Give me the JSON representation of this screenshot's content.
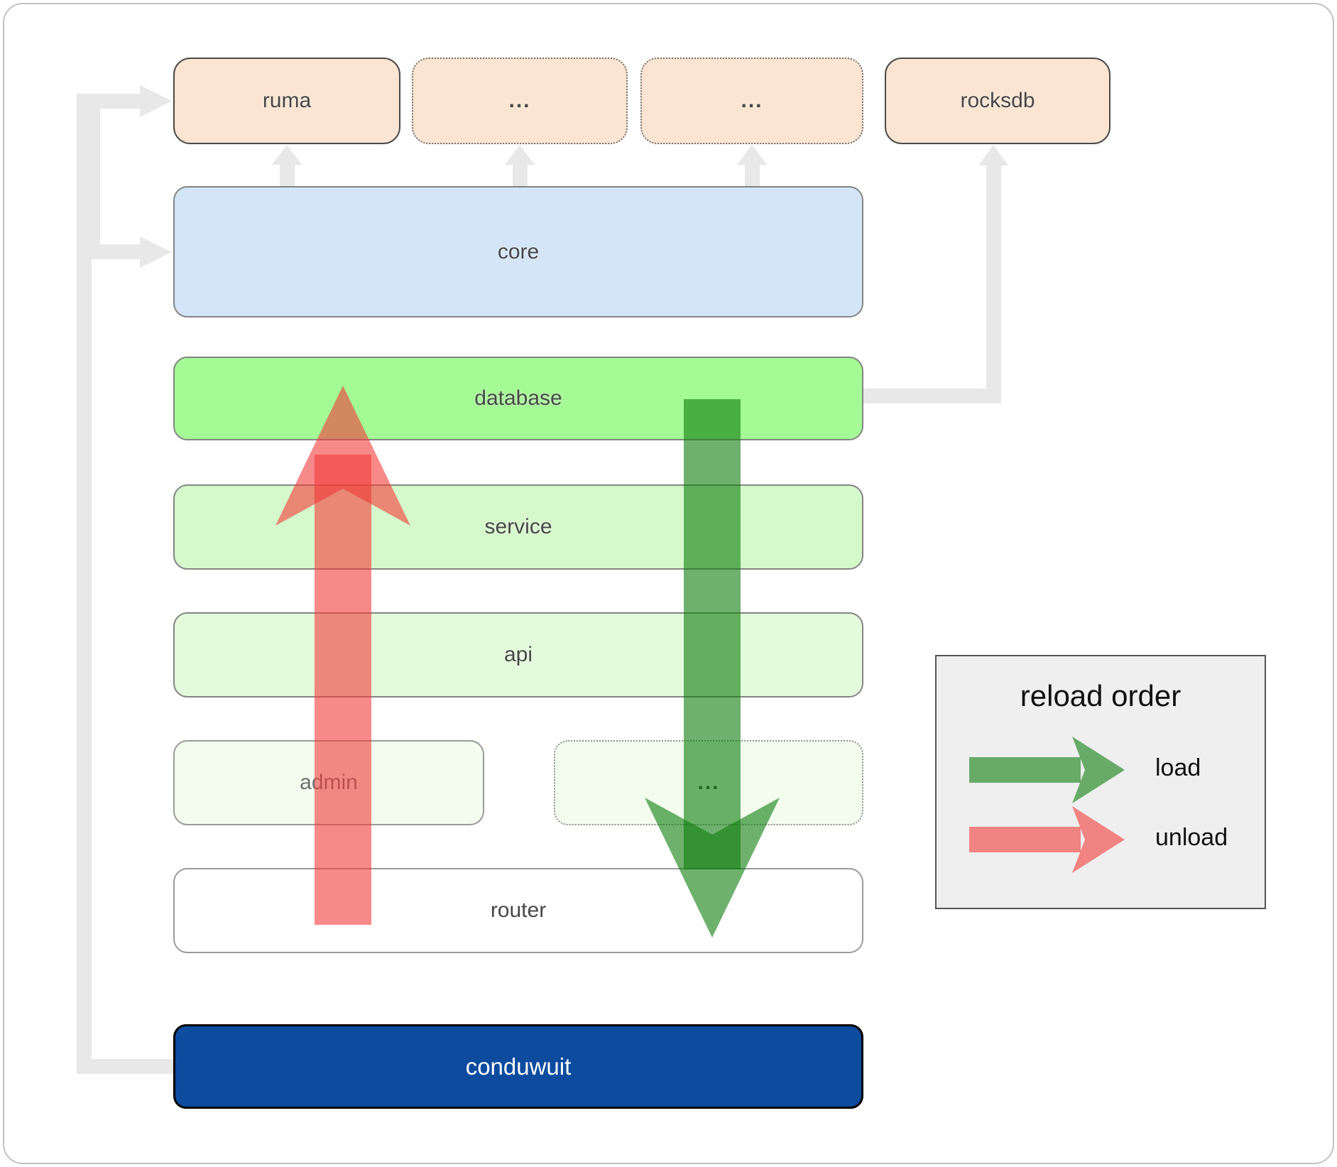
{
  "boxes": {
    "ruma": {
      "label": "ruma"
    },
    "top_dots_1": {
      "label": "..."
    },
    "top_dots_2": {
      "label": "..."
    },
    "rocksdb": {
      "label": "rocksdb"
    },
    "core": {
      "label": "core"
    },
    "database": {
      "label": "database"
    },
    "service": {
      "label": "service"
    },
    "api": {
      "label": "api"
    },
    "admin": {
      "label": "admin"
    },
    "admin_dots": {
      "label": "..."
    },
    "router": {
      "label": "router"
    },
    "conduwuit": {
      "label": "conduwuit"
    }
  },
  "legend": {
    "title": "reload order",
    "items": [
      {
        "label": "load",
        "color": "#0E7D0E"
      },
      {
        "label": "unload",
        "color": "#F23B3B"
      }
    ]
  },
  "colors": {
    "peach_fill": "#FBE5D2",
    "core_fill": "#D4E5F7",
    "database_fill": "#A4FA94",
    "service_fill": "#D6F9CB",
    "api_fill": "#E4FBDB",
    "admin_fill": "#F2FDEE",
    "router_fill": "#FFFFFF",
    "conduwuit_fill": "#0D4B9E",
    "conduwuit_text": "#FFFFFF",
    "connector_gray": "#E8E8E8",
    "load_green": "#0E7D0E",
    "unload_red": "#F23B3B",
    "legend_bg": "#EFEFEF",
    "frame_border": "#C2C2C2"
  }
}
